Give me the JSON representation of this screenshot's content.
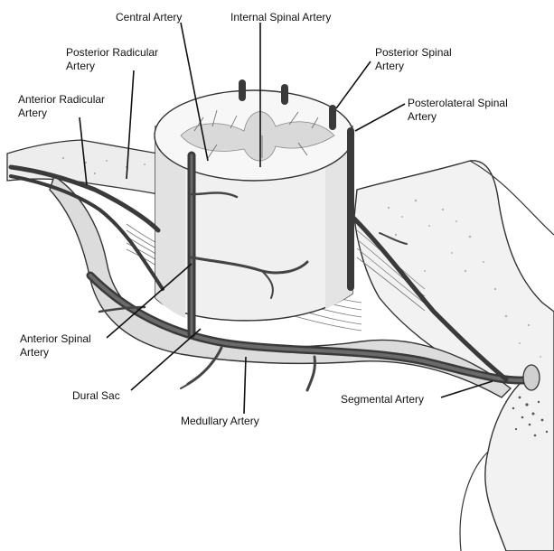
{
  "labels": {
    "central_artery": "Central Artery",
    "internal_spinal_artery": "Internal Spinal Artery",
    "posterior_radicular_1": "Posterior Radicular",
    "posterior_radicular_2": "Artery",
    "posterior_spinal_1": "Posterior Spinal",
    "posterior_spinal_2": "Artery",
    "anterior_radicular_1": "Anterior Radicular",
    "anterior_radicular_2": "Artery",
    "posterolateral_spinal_1": "Posterolateral Spinal",
    "posterolateral_spinal_2": "Artery",
    "anterior_spinal_1": "Anterior Spinal",
    "anterior_spinal_2": "Artery",
    "dural_sac": "Dural Sac",
    "segmental_artery": "Segmental Artery",
    "medullary_artery": "Medullary Artery"
  }
}
